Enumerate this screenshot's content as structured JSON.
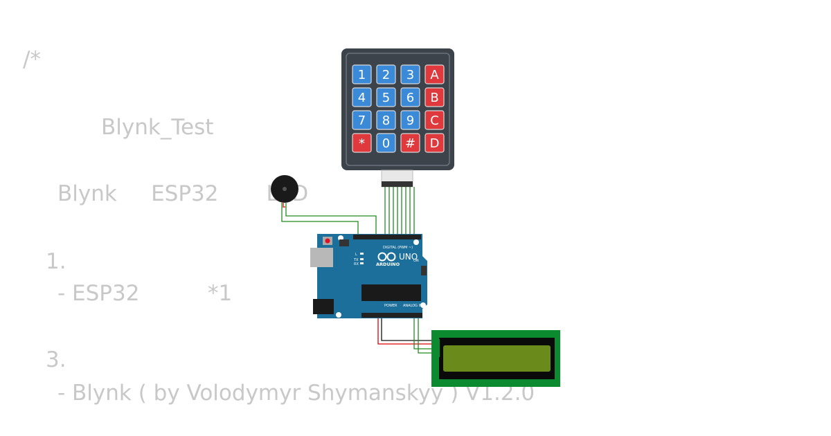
{
  "code_lines": [
    "/*",
    "Blynk_Test",
    "Blynk     ESP32       LED",
    "1.",
    "- ESP32          *1",
    "3.",
    "- Blynk ( by Volodymyr Shymanskyy ) V1.2.0"
  ],
  "keypad": {
    "keys": [
      "1",
      "2",
      "3",
      "A",
      "4",
      "5",
      "6",
      "B",
      "7",
      "8",
      "9",
      "C",
      "*",
      "0",
      "#",
      "D"
    ]
  },
  "arduino": {
    "model": "UNO",
    "brand": "ARDUINO",
    "digital_label": "DIGITAL (PWM ~)",
    "power_label": "POWER",
    "analog_label": "ANALOG IN",
    "on_label": "ON",
    "led_labels": [
      "L",
      "TX",
      "RX"
    ]
  },
  "colors": {
    "board": "#1b6f9a",
    "keypad_bg": "#3d434a",
    "key_blue": "#3b8ad8",
    "key_red": "#e0393d",
    "wire": "#1f8a1f",
    "lcd_frame": "#0b8a2f",
    "lcd_screen": "#6a8a1c",
    "code_text": "#c8c8c8"
  }
}
